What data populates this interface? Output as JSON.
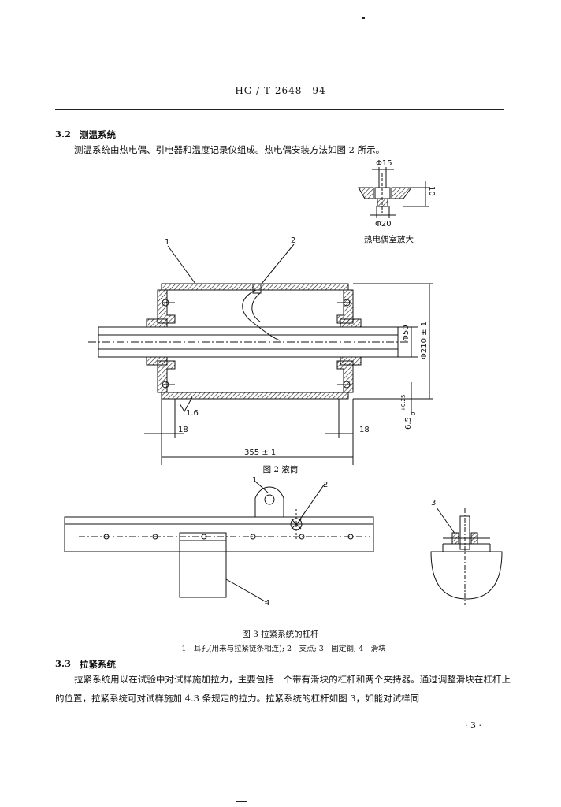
{
  "header": {
    "title": "HG / T   2648—94"
  },
  "section_3_2": {
    "number": "3.2",
    "title": "测温系统",
    "text": "测温系统由热电偶、引电器和温度记录仪组成。热电偶安装方法如图 2 所示。"
  },
  "figure_2": {
    "caption": "图 2   滚筒",
    "labels": {
      "part1": "1",
      "part2": "2",
      "phi15": "Φ15",
      "dim10": "10",
      "phi20": "Φ20",
      "inset_caption": "热电偶室放大",
      "phi50": "Φ50",
      "phi210": "Φ210 ± 1",
      "roughness": "1.6",
      "dim18_left": "18",
      "dim18_right": "18",
      "dim355": "355 ± 1",
      "dim6_5": "6.5",
      "tol": "+0.25",
      "tol0": "0"
    }
  },
  "figure_3": {
    "caption": "图 3   拉紧系统的杠杆",
    "legend": "1—耳孔(用来与拉紧链条相连); 2—支点; 3—固定钢; 4—滑块",
    "labels": {
      "part1": "1",
      "part2": "2",
      "part3": "3",
      "part4": "4"
    }
  },
  "section_3_3": {
    "number": "3.3",
    "title": "拉紧系统",
    "text": "拉紧系统用以在试验中对试样施加拉力，主要包括一个带有滑块的杠杆和两个夹持器。通过调整滑块在杠杆上的位置，拉紧系统可对试样施加 4.3 条规定的拉力。拉紧系统的杠杆如图 3，如能对试样同"
  },
  "footer": {
    "page": "· 3 ·"
  }
}
